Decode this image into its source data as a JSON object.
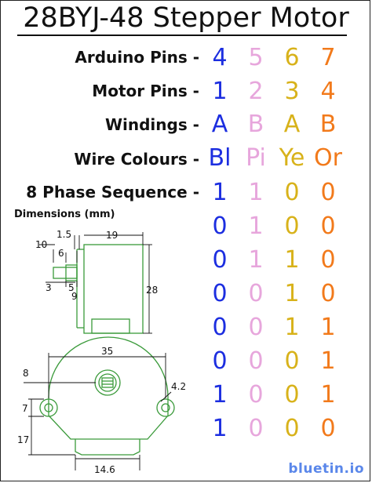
{
  "title": "28BYJ-48 Stepper Motor",
  "rows": [
    {
      "label": "Arduino Pins -",
      "values": [
        "4",
        "5",
        "6",
        "7"
      ]
    },
    {
      "label": "Motor Pins -",
      "values": [
        "1",
        "2",
        "3",
        "4"
      ]
    },
    {
      "label": "Windings -",
      "values": [
        "A",
        "B",
        "A",
        "B"
      ]
    },
    {
      "label": "Wire Colours -",
      "values": [
        "Bl",
        "Pi",
        "Ye",
        "Or"
      ]
    }
  ],
  "sequence": {
    "label": "8 Phase Sequence -",
    "steps": [
      [
        "1",
        "1",
        "0",
        "0"
      ],
      [
        "0",
        "1",
        "0",
        "0"
      ],
      [
        "0",
        "1",
        "1",
        "0"
      ],
      [
        "0",
        "0",
        "1",
        "0"
      ],
      [
        "0",
        "0",
        "1",
        "1"
      ],
      [
        "0",
        "0",
        "0",
        "1"
      ],
      [
        "1",
        "0",
        "0",
        "1"
      ],
      [
        "1",
        "0",
        "0",
        "0"
      ]
    ]
  },
  "column_colors": [
    "#1c2ee0",
    "#e7a6dc",
    "#d8b21a",
    "#f27a1b"
  ],
  "dimensions": {
    "title": "Dimensions (mm)",
    "side": {
      "d1_5": "1.5",
      "d19": "19",
      "d10": "10",
      "d6": "6",
      "d3": "3",
      "d5": "5",
      "d9": "9",
      "d28": "28"
    },
    "front": {
      "d35": "35",
      "d8": "8",
      "d4_2": "4.2",
      "d7": "7",
      "d17": "17",
      "d14_6": "14.6"
    }
  },
  "brand": "bluetin.io"
}
